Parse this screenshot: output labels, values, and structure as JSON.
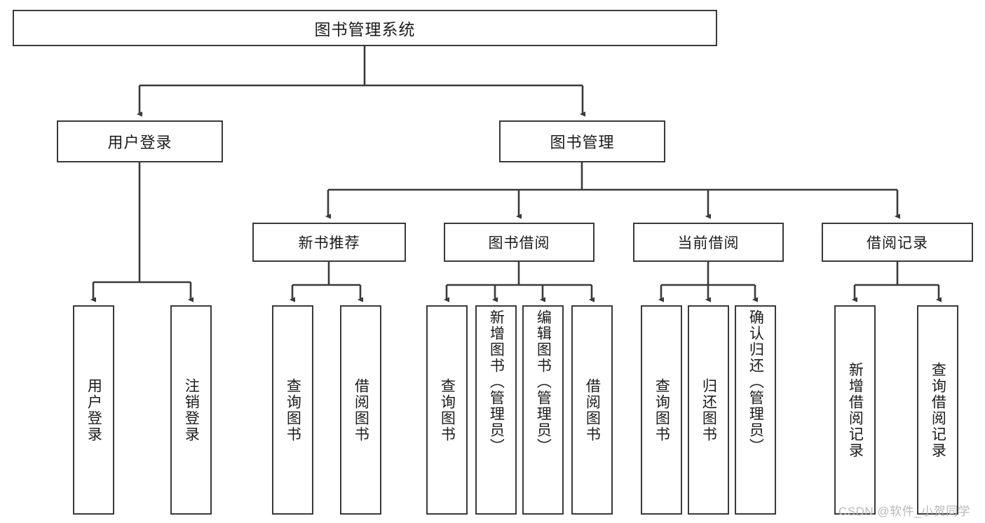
{
  "diagram": {
    "title": "图书管理系统",
    "type": "tree-hierarchy",
    "watermark": "CSDN @软件_小贺同学",
    "colors": {
      "border": "#3a3a3a",
      "text": "#1b1b1b",
      "background": "#ffffff",
      "edge": "#3a3a3a",
      "watermark": "#b9b9b9"
    },
    "nodes": {
      "root": {
        "label": "图书管理系统"
      },
      "level1": [
        {
          "id": "user-login",
          "label": "用户登录"
        },
        {
          "id": "book-management",
          "label": "图书管理"
        }
      ],
      "level2": [
        {
          "id": "new-book-recommend",
          "label": "新书推荐"
        },
        {
          "id": "book-borrow",
          "label": "图书借阅"
        },
        {
          "id": "current-borrow",
          "label": "当前借阅"
        },
        {
          "id": "borrow-record",
          "label": "借阅记录"
        }
      ],
      "leaves": [
        {
          "id": "leaf-user-login",
          "label": "用户登录",
          "parent": "user-login"
        },
        {
          "id": "leaf-logout",
          "label": "注销登录",
          "parent": "user-login"
        },
        {
          "id": "leaf-query-book-1",
          "label": "查询图书",
          "parent": "new-book-recommend"
        },
        {
          "id": "leaf-borrow-book-1",
          "label": "借阅图书",
          "parent": "new-book-recommend"
        },
        {
          "id": "leaf-query-book-2",
          "label": "查询图书",
          "parent": "book-borrow"
        },
        {
          "id": "leaf-add-book",
          "label": "新增图书（管理员）",
          "parent": "book-borrow"
        },
        {
          "id": "leaf-edit-book",
          "label": "编辑图书（管理员）",
          "parent": "book-borrow"
        },
        {
          "id": "leaf-borrow-book-2",
          "label": "借阅图书",
          "parent": "book-borrow"
        },
        {
          "id": "leaf-query-book-3",
          "label": "查询图书",
          "parent": "current-borrow"
        },
        {
          "id": "leaf-return-book",
          "label": "归还图书",
          "parent": "current-borrow"
        },
        {
          "id": "leaf-confirm-return",
          "label": "确认归还（管理员）",
          "parent": "current-borrow"
        },
        {
          "id": "leaf-add-record",
          "label": "新增借阅记录",
          "parent": "borrow-record"
        },
        {
          "id": "leaf-query-record",
          "label": "查询借阅记录",
          "parent": "borrow-record"
        }
      ]
    }
  }
}
